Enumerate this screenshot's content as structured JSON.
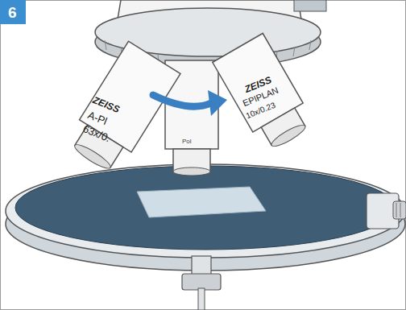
{
  "diagram": {
    "labels": [
      "6",
      "ZEISS",
      "A-Pl",
      "63x/0.",
      "Pol",
      "ZEISS",
      "EPIPLAN",
      "10x/0.23"
    ]
  }
}
